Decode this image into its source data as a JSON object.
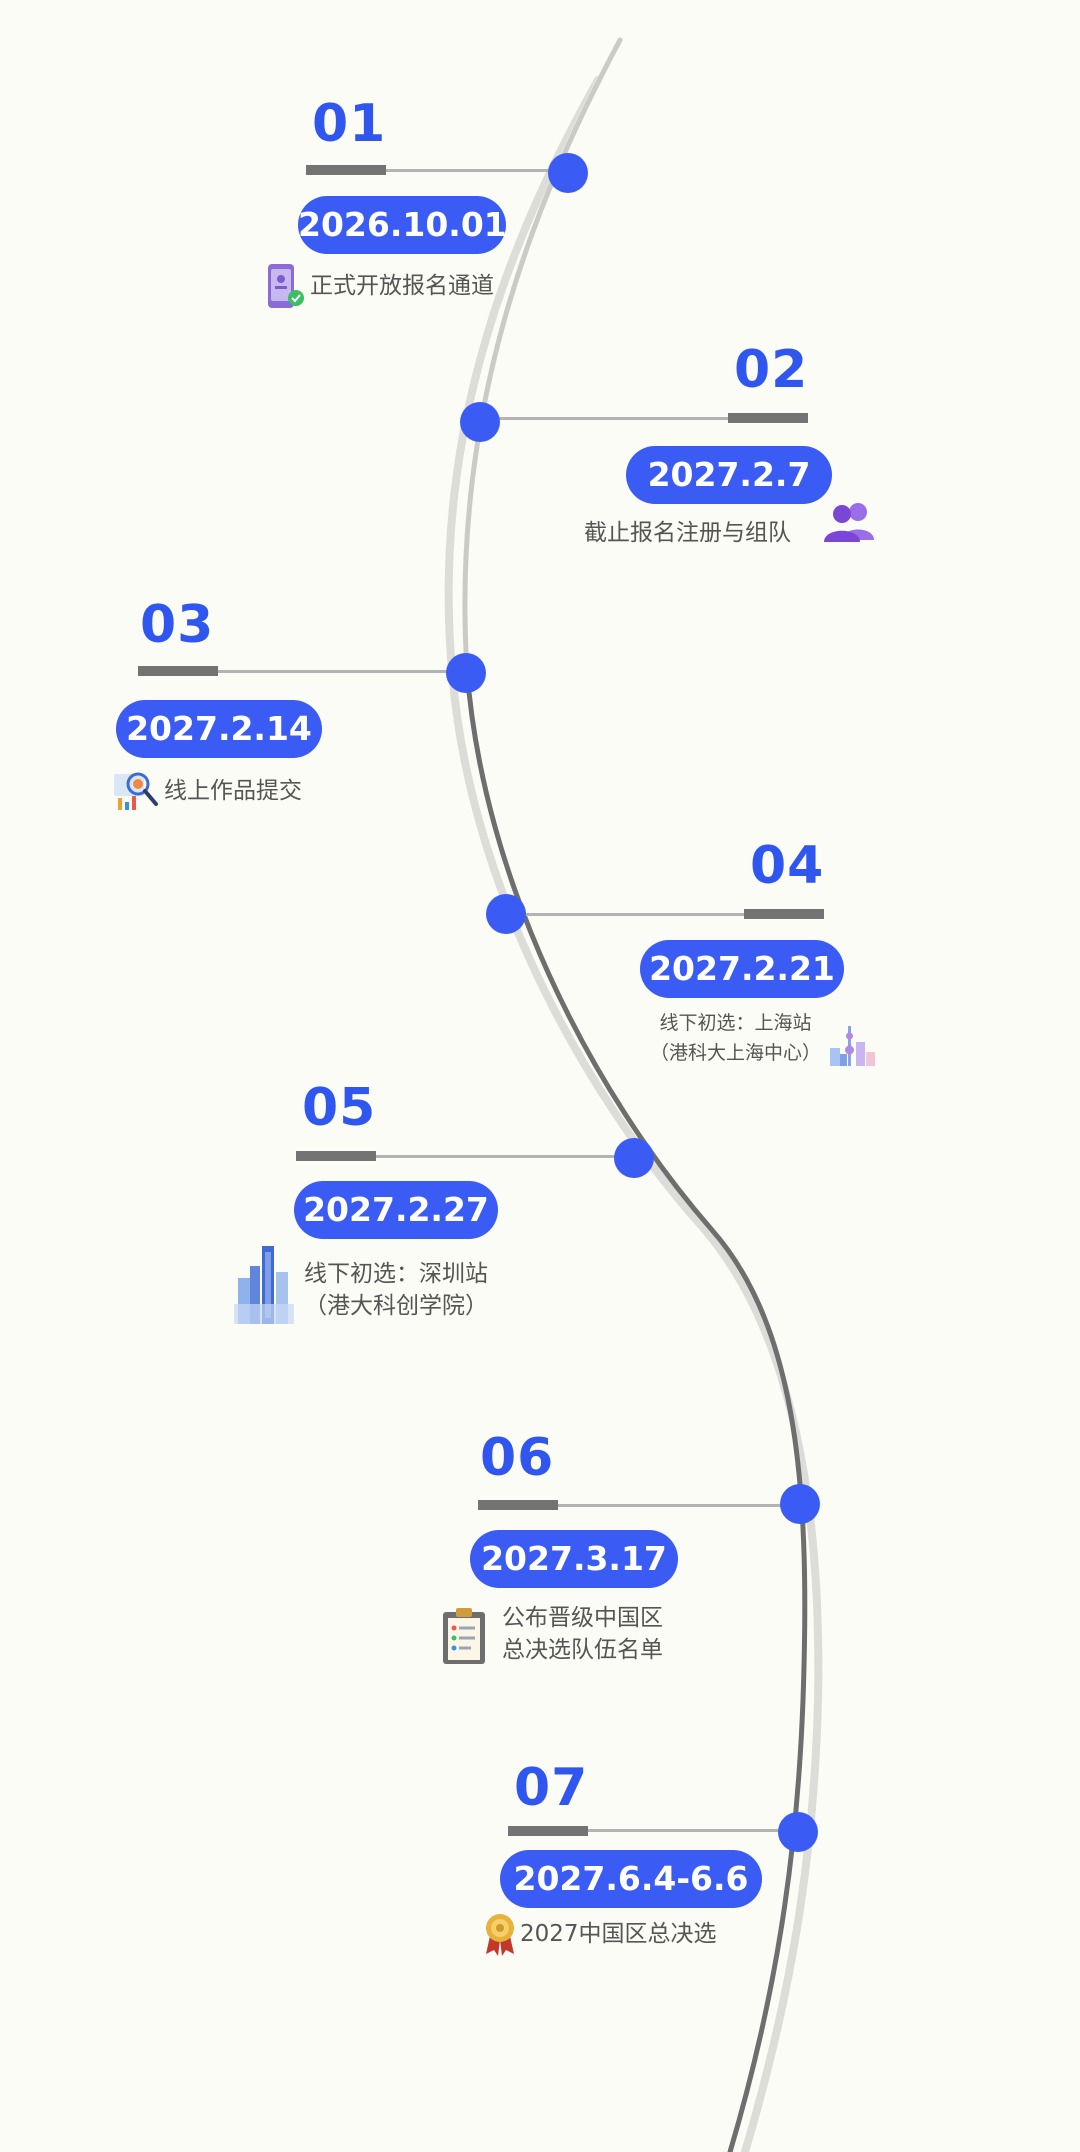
{
  "colors": {
    "background": "#fcfcf6",
    "accent_blue": "#3a5cf5",
    "number_blue": "#3056f0",
    "curve_dark": "#6e6e6e",
    "curve_light": "#dcdcd8",
    "bar_gray": "#737373",
    "line_gray": "#b3b3b3",
    "text_gray": "#555555"
  },
  "milestones": [
    {
      "number": "01",
      "date": "2026.10.01",
      "lines": [
        "正式开放报名通道"
      ],
      "icon": "phone-checkmark-icon"
    },
    {
      "number": "02",
      "date": "2027.2.7",
      "lines": [
        "截止报名注册与组队"
      ],
      "icon": "users-group-icon"
    },
    {
      "number": "03",
      "date": "2027.2.14",
      "lines": [
        "线上作品提交"
      ],
      "icon": "magnifier-chart-icon"
    },
    {
      "number": "04",
      "date": "2027.2.21",
      "lines": [
        "线下初选：上海站",
        "（港科大上海中心）"
      ],
      "icon": "shanghai-skyline-icon"
    },
    {
      "number": "05",
      "date": "2027.2.27",
      "lines": [
        "线下初选：深圳站",
        "（港大科创学院）"
      ],
      "icon": "shenzhen-skyline-icon"
    },
    {
      "number": "06",
      "date": "2027.3.17",
      "lines": [
        "公布晋级中国区",
        "总决选队伍名单"
      ],
      "icon": "clipboard-list-icon"
    },
    {
      "number": "07",
      "date": "2027.6.4-6.6",
      "lines": [
        "2027中国区总决选"
      ],
      "icon": "medal-icon"
    }
  ]
}
